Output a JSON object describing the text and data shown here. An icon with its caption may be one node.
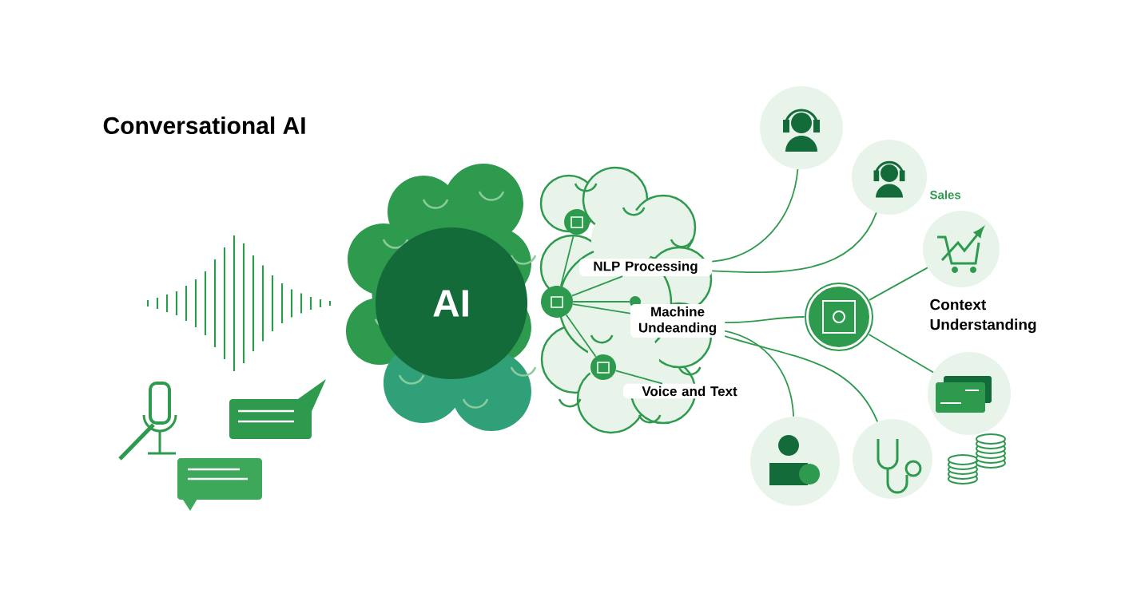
{
  "diagram": {
    "title": "Conversational AI",
    "nodes": [
      {
        "text": [
          "AI"
        ]
      },
      {
        "text": [],
        "shape": "circle"
      },
      {
        "text": [],
        "shape": "circle"
      },
      {
        "text": [],
        "shape": "circle"
      },
      {
        "text": [],
        "shape": "circle"
      },
      {
        "text": [
          "NLP Processing"
        ]
      },
      {
        "text": [
          "Machine Undeanding"
        ]
      },
      {
        "text": [
          "Voice and Text"
        ]
      },
      {
        "text": [],
        "shape": "circle"
      },
      {
        "text": [],
        "shape": "circle"
      },
      {
        "text": [],
        "shape": "circle"
      },
      {
        "text": [],
        "shape": "circle"
      },
      {
        "text": [],
        "shape": "circle"
      },
      {
        "text": [],
        "shape": "circle"
      },
      {
        "text": [],
        "shape": "circle"
      }
    ],
    "edges": [
      {
        "from": 1,
        "to": 2,
        "arrow": "none"
      },
      {
        "from": 2,
        "to": 5,
        "arrow": "none"
      },
      {
        "from": 2,
        "to": 4,
        "arrow": "none"
      },
      {
        "from": 2,
        "to": 6,
        "arrow": "none"
      },
      {
        "from": 2,
        "to": 3,
        "arrow": "none"
      },
      {
        "from": 3,
        "to": 7,
        "arrow": "none"
      },
      {
        "from": 5,
        "to": 8,
        "arrow": "none"
      },
      {
        "from": 5,
        "to": 9,
        "arrow": "none"
      },
      {
        "from": 6,
        "to": 10,
        "arrow": "none"
      },
      {
        "from": 6,
        "to": 13,
        "arrow": "none"
      },
      {
        "from": 6,
        "to": 14,
        "arrow": "none"
      },
      {
        "from": 10,
        "to": 11,
        "arrow": "none"
      },
      {
        "from": 10,
        "to": 12,
        "arrow": "none"
      }
    ],
    "labels": [
      "Sales",
      "Context Understanding"
    ]
  }
}
